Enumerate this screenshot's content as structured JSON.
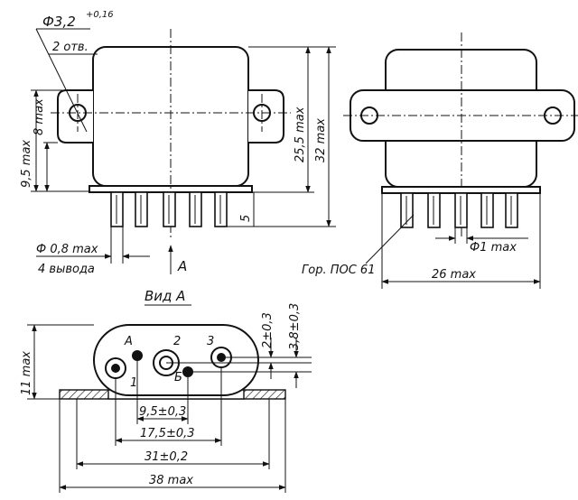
{
  "drawing": {
    "front_view": {
      "hole_diameter": "Ф3,2",
      "hole_tolerance": "+0,16",
      "hole_count": "2 отв.",
      "height_left_a": "9,5 max",
      "height_left_b": "8 max",
      "height_body": "25,5 max",
      "height_total": "32 max",
      "pin_length": "5",
      "pin_diameter": "Ф 0,8 max",
      "pin_count": "4 вывода",
      "view_arrow": "А"
    },
    "side_view": {
      "solder_note": "Гор. ПОС 61",
      "pin_diameter": "Ф1 max",
      "width": "26 max"
    },
    "bottom_view": {
      "title": "Вид А",
      "height": "11 max",
      "offset_a": "2±0,3",
      "offset_b": "3,8±0,3",
      "pin_labels": {
        "a": "А",
        "one": "1",
        "two": "2",
        "three": "3",
        "b": "Б"
      },
      "spacing_a": "9,5±0,3",
      "spacing_b": "17,5±0,3",
      "spacing_c": "31±0,2",
      "overall_width": "38 max"
    }
  }
}
